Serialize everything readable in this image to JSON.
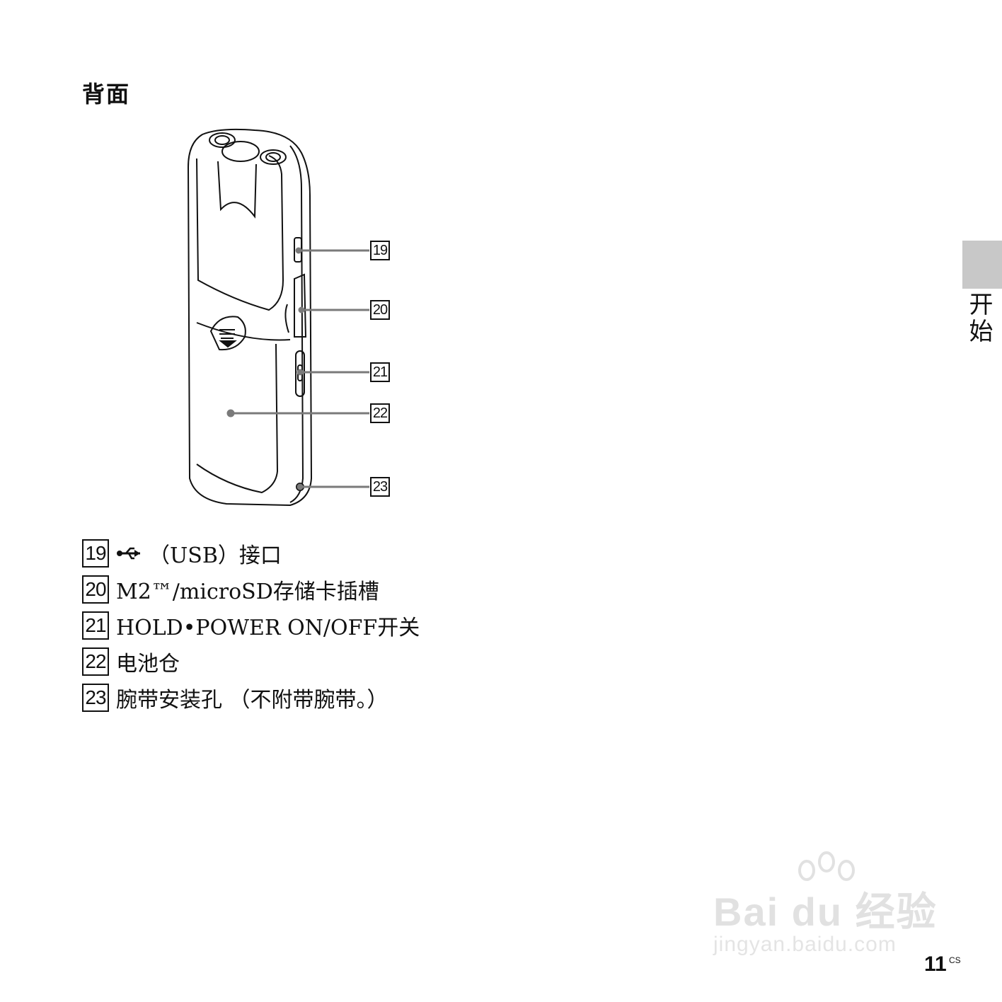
{
  "section_heading": "背面",
  "side_tab_label": "开始",
  "figure": {
    "callouts": [
      "19",
      "20",
      "21",
      "22",
      "23"
    ]
  },
  "items": [
    {
      "number": "19",
      "icon": "usb-icon",
      "text": "（USB）接口"
    },
    {
      "number": "20",
      "text": "M2™/microSD存储卡插槽"
    },
    {
      "number": "21",
      "text": "HOLD•POWER ON/OFF开关"
    },
    {
      "number": "22",
      "text": "电池仓"
    },
    {
      "number": "23",
      "text": "腕带安装孔 （不附带腕带。）"
    }
  ],
  "watermark": {
    "brand": "Bai du 经验",
    "url": "jingyan.baidu.com"
  },
  "page_number": "11",
  "page_suffix": "CS"
}
